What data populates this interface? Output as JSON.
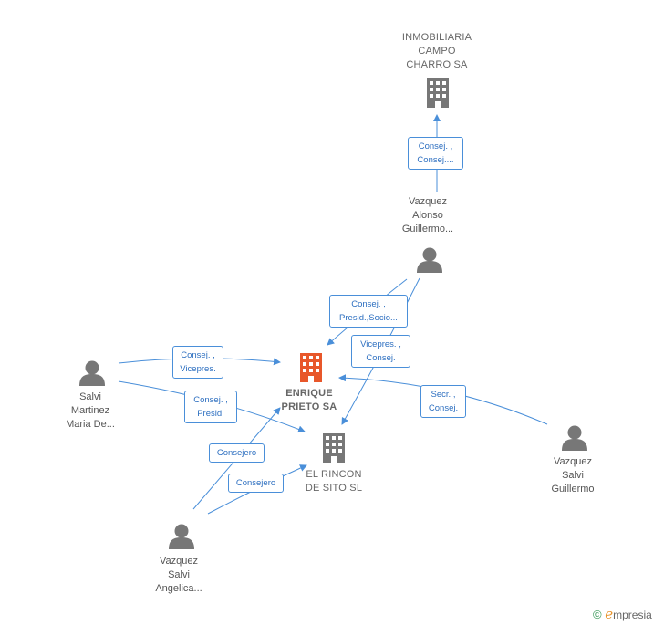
{
  "nodes": {
    "inmobiliaria": {
      "line1": "INMOBILIARIA",
      "line2": "CAMPO",
      "line3": "CHARRO SA"
    },
    "enrique": {
      "line1": "ENRIQUE",
      "line2": "PRIETO SA"
    },
    "rincon": {
      "line1": "EL RINCON",
      "line2": "DE SITO SL"
    },
    "vazquez_alonso": {
      "line1": "Vazquez",
      "line2": "Alonso",
      "line3": "Guillermo..."
    },
    "salvi_martinez": {
      "line1": "Salvi",
      "line2": "Martinez",
      "line3": "Maria De..."
    },
    "vazquez_salvi_g": {
      "line1": "Vazquez",
      "line2": "Salvi",
      "line3": "Guillermo"
    },
    "vazquez_salvi_a": {
      "line1": "Vazquez",
      "line2": "Salvi",
      "line3": "Angelica..."
    }
  },
  "edges": {
    "va_inmob": {
      "line1": "Consej. ,",
      "line2": "Consej...."
    },
    "va_enrique": {
      "line1": "Consej. ,",
      "line2": "Presid.,Socio..."
    },
    "va_rincon": {
      "line1": "Vicepres. ,",
      "line2": "Consej."
    },
    "sm_enrique": {
      "line1": "Consej. ,",
      "line2": "Vicepres."
    },
    "sm_rincon": {
      "line1": "Consej. ,",
      "line2": "Presid."
    },
    "vsg_enrique": {
      "line1": "Secr. ,",
      "line2": "Consej."
    },
    "vsa_enrique": {
      "line1": "Consejero"
    },
    "vsa_rincon": {
      "line1": "Consejero"
    }
  },
  "colors": {
    "edge": "#4a8fd9",
    "main_company": "#e8572a",
    "company": "#777777",
    "person": "#777777"
  },
  "icons": {
    "company": "building-icon",
    "person": "person-icon"
  },
  "brand": {
    "copyright": "©",
    "e": "e",
    "rest": "mpresia"
  }
}
